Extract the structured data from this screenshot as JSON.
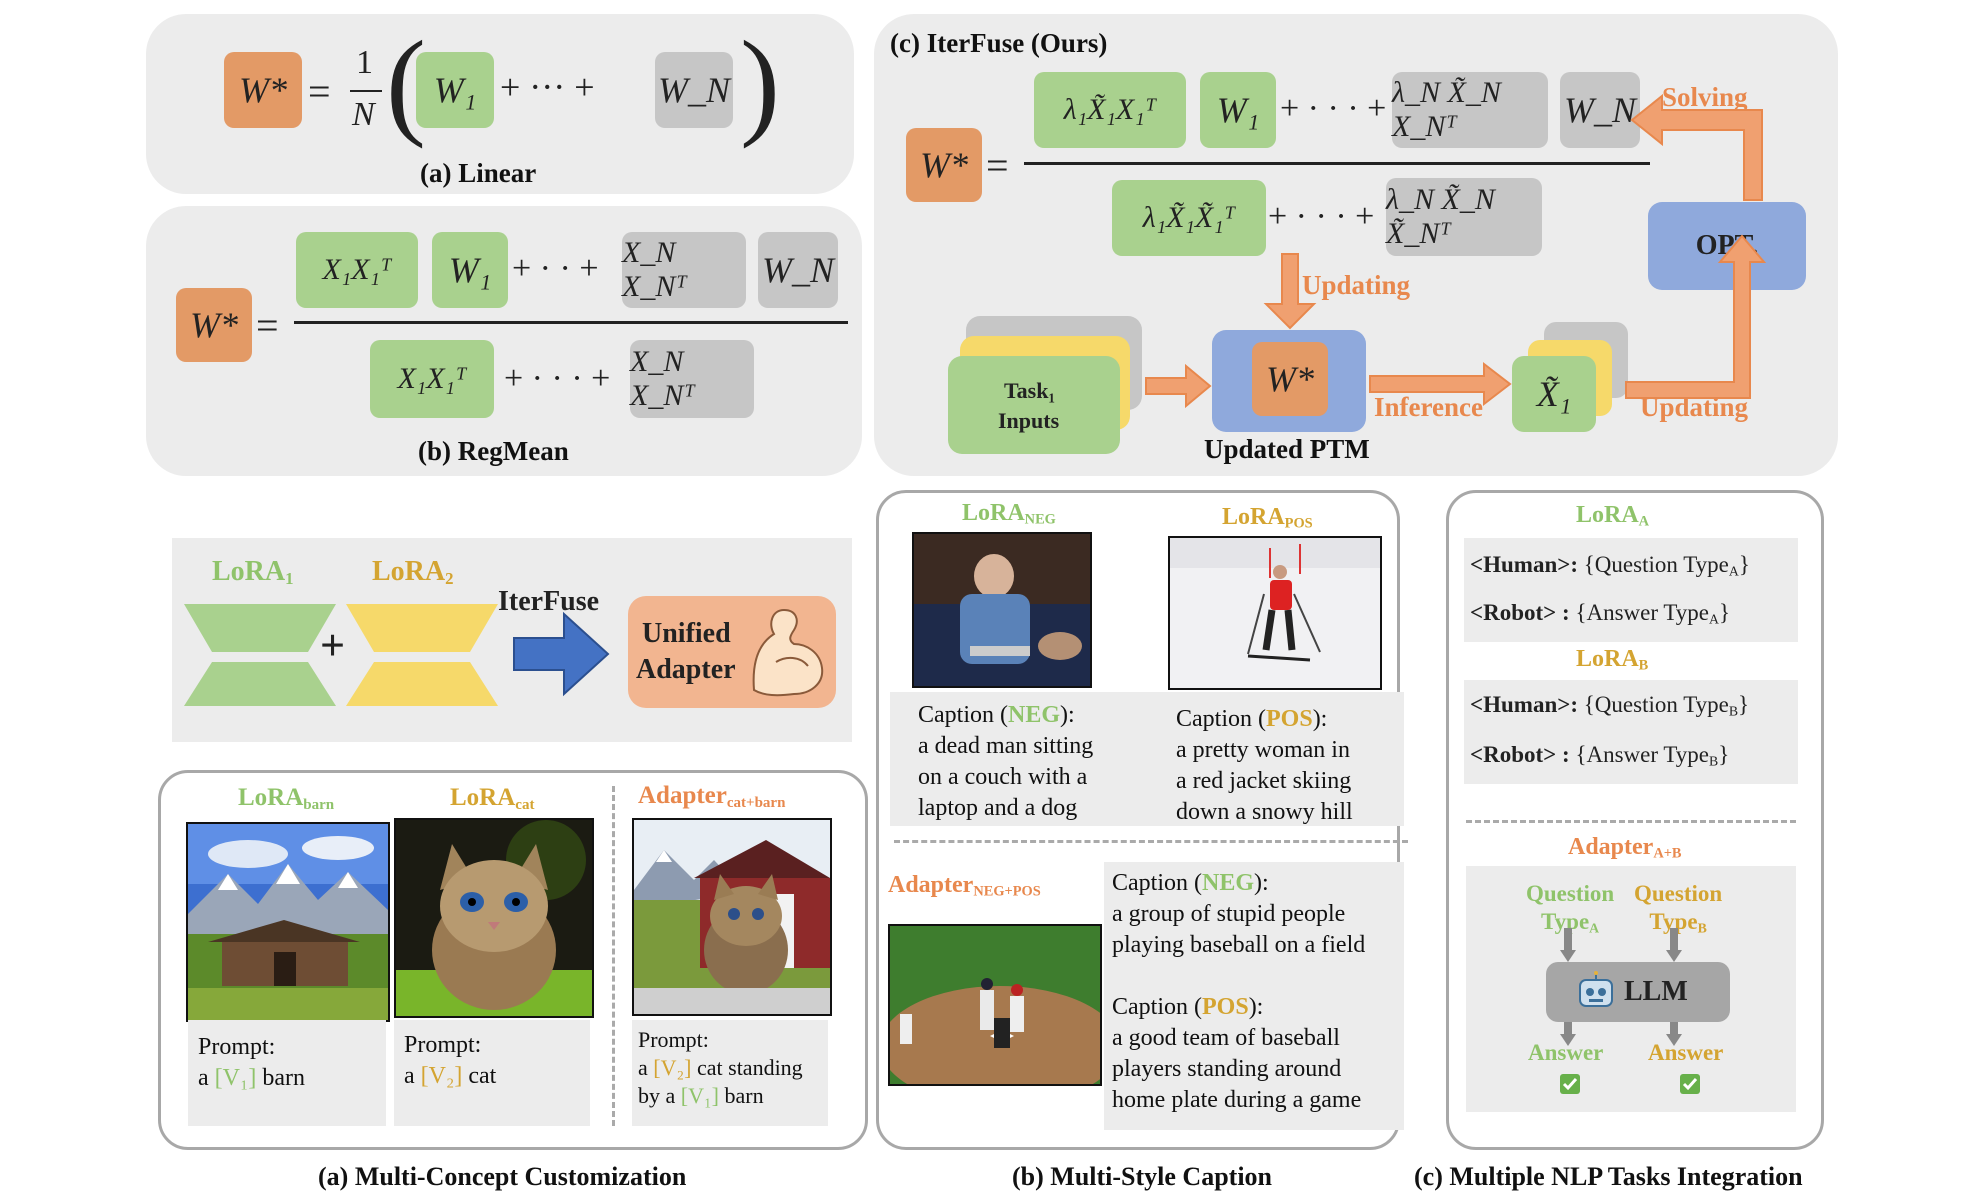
{
  "linear": {
    "w_star": "W*",
    "eq": "=",
    "frac_num": "1",
    "frac_den": "N",
    "w1": "W₁",
    "plus_dots": "+  ···  +",
    "wn": "W_N",
    "caption": "(a) Linear"
  },
  "regmean": {
    "w_star": "W*",
    "eq": "=",
    "num_x1": "X₁X₁ᵀ",
    "num_w1": "W₁",
    "num_dots": "+ · · +",
    "num_xn": "X_N X_Nᵀ",
    "num_wn": "W_N",
    "den_x1": "X₁X₁ᵀ",
    "den_dots": "+ · · · +",
    "den_xn": "X_N X_Nᵀ",
    "caption": "(b) RegMean"
  },
  "iterfuse": {
    "title": "(c) IterFuse (Ours)",
    "w_star": "W*",
    "eq": "=",
    "num_l1": "λ₁X̃₁X₁ᵀ",
    "num_w1": "W₁",
    "num_dots": "+ · · · +",
    "num_ln": "λ_N X̃_N X_Nᵀ",
    "num_wn": "W_N",
    "den_l1": "λ₁X̃₁X̃₁ᵀ",
    "den_dots": "+ · · · +",
    "den_ln": "λ_N X̃_N X̃_Nᵀ",
    "solving": "Solving",
    "opt": "OPT.",
    "updating_top": "Updating",
    "task_inputs_l1": "Task₁",
    "task_inputs_l2": "Inputs",
    "center_w": "W*",
    "updated_ptm": "Updated PTM",
    "inference": "Inference",
    "x1": "X̃₁",
    "updating_bottom": "Updating"
  },
  "lora_merge": {
    "lora1": "LoRA",
    "lora1_sub": "1",
    "lora2": "LoRA",
    "lora2_sub": "2",
    "plus": "+",
    "iterfuse": "IterFuse",
    "unified_l1": "Unified",
    "unified_l2": "Adapter"
  },
  "multi_concept": {
    "lora_barn": "LoRA",
    "lora_barn_sub": "barn",
    "lora_cat": "LoRA",
    "lora_cat_sub": "cat",
    "adapter": "Adapter",
    "adapter_sub": "cat+barn",
    "prompt": "Prompt:",
    "p1_a": "a",
    "p1_tok": "[V₁]",
    "p1_b": "barn",
    "p2_a": "a",
    "p2_tok": "[V₂]",
    "p2_b": "cat",
    "p3_a": "a",
    "p3_tok1": "[V₂]",
    "p3_b": "cat standing",
    "p3_c": "by a",
    "p3_tok2": "[V₁]",
    "p3_d": "barn",
    "caption": "(a) Multi-Concept Customization"
  },
  "multi_style": {
    "lora_neg": "LoRA",
    "lora_neg_sub": "NEG",
    "lora_pos": "LoRA",
    "lora_pos_sub": "POS",
    "cap_label": "Caption (",
    "neg": "NEG",
    "pos": "POS",
    "cap_close": "):",
    "neg_text": [
      "a dead man sitting",
      "on a couch with a",
      "laptop and a dog"
    ],
    "pos_text": [
      "a pretty woman in",
      "a red jacket skiing",
      "down a snowy hill"
    ],
    "adapter": "Adapter",
    "adapter_sub": "NEG+POS",
    "adapter_neg_text": [
      "a group of stupid people",
      "playing baseball on a field"
    ],
    "adapter_pos_text": [
      "a good team of baseball",
      "players standing around",
      "home plate during a game"
    ],
    "caption": "(b) Multi-Style Caption"
  },
  "nlp": {
    "lora_a": "LoRA",
    "lora_a_sub": "A",
    "lora_b": "LoRA",
    "lora_b_sub": "B",
    "human": "<Human>:",
    "robot": "<Robot>  :",
    "question_type": "{Question Type",
    "answer_type": "{Answer Type",
    "adapter": "Adapter",
    "adapter_sub": "A+B",
    "q_type_a_l1": "Question",
    "q_type_a_l2": "Type",
    "q_type_b_l1": "Question",
    "q_type_b_l2": "Type",
    "llm": "LLM",
    "answer": "Answer",
    "caption": "(c) Multiple NLP Tasks Integration"
  },
  "colors": {
    "orange": "#e39a66",
    "green": "#a9d18e",
    "gray": "#c6c6c6",
    "blue": "#8fa9dc",
    "yellow": "#f6d96a",
    "arrow_orange": "#e8884d",
    "label_green": "#8fc36a",
    "label_yellow": "#d4a431"
  }
}
